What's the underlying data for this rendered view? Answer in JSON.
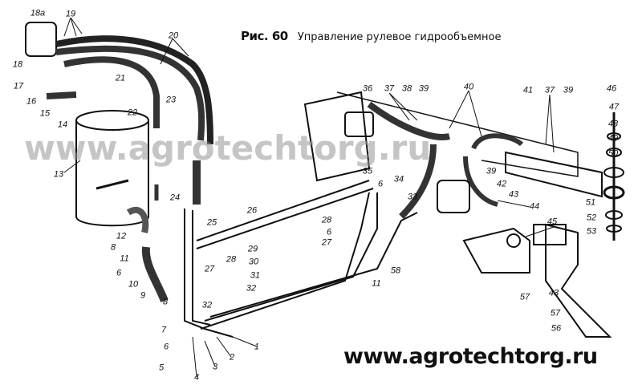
{
  "title": {
    "figure": "Рис. 60",
    "caption": "Управление рулевое гидрообъемное"
  },
  "watermark": "www.agrotechtorg.ru",
  "footer_url": "www.agrotechtorg.ru",
  "labels": [
    "18а",
    "19",
    "18",
    "17",
    "16",
    "15",
    "14",
    "21",
    "22",
    "23",
    "20",
    "13",
    "24",
    "25",
    "12",
    "8",
    "11",
    "6",
    "10",
    "9",
    "8",
    "7",
    "6",
    "5",
    "4",
    "3",
    "2",
    "1",
    "26",
    "27",
    "28",
    "29",
    "30",
    "31",
    "32",
    "32",
    "35",
    "6",
    "34",
    "33",
    "28",
    "6",
    "27",
    "11",
    "58",
    "36",
    "37",
    "38",
    "39",
    "40",
    "41",
    "37",
    "39",
    "39",
    "42",
    "43",
    "44",
    "45",
    "57",
    "46",
    "47",
    "48",
    "49",
    "50",
    "51",
    "52",
    "53",
    "43",
    "57",
    "56"
  ]
}
